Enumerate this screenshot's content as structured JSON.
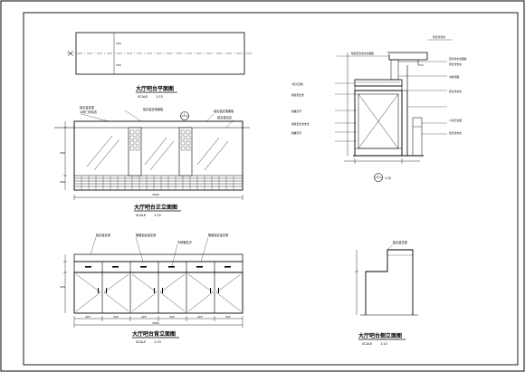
{
  "drawing": {
    "views": {
      "plan": {
        "title": "大厅吧台平面图",
        "scale_label": "SCALE",
        "scale_value": "1:15",
        "dims": [
          "500",
          "500"
        ]
      },
      "front": {
        "title": "大厅吧台正立面图",
        "scale_label": "SCALE",
        "scale_value": "1:15",
        "notes": [
          "铝合金支架",
          "公司门头标志",
          "铝合金支架面板",
          "铝合金支架面板",
          "铝合金包边"
        ],
        "dims": [
          "3580",
          "760",
          "300"
        ]
      },
      "back": {
        "title": "大厅吧台背立面图",
        "scale_label": "SCALE",
        "scale_value": "1:15",
        "notes": [
          "铝合金支架",
          "暗装铝合金支架",
          "不锈钢拉手",
          "暗装铝合金支架"
        ],
        "dims": [
          "425",
          "425",
          "425",
          "425",
          "425",
          "425",
          "425",
          "3580"
        ]
      },
      "section": {
        "symbol": "1",
        "scale_value": "1:10",
        "notes_left": [
          "暗装铝合金支架面板",
          "5层大芯板",
          "暗装铝合金",
          "暗藏灯带",
          "暗装铝合金支架",
          "暗藏灯带"
        ],
        "notes_right": [
          "铝合金支架",
          "铝合金支架面板",
          "铝合金支架",
          "木板饰面",
          "铝合金支架",
          "人造石台面",
          "铝合金支架"
        ]
      },
      "side": {
        "title": "大厅吧台侧立面图",
        "scale_label": "SCALE",
        "scale_value": "1:10",
        "notes": [
          "铝合金支架"
        ]
      }
    },
    "colors": {
      "line": "#000000",
      "paper": "#ffffff"
    }
  }
}
